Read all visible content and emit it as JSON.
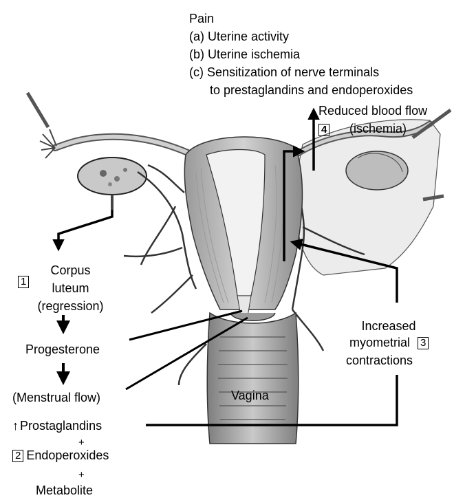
{
  "pain": {
    "title": "Pain",
    "line_a": "(a) Uterine activity",
    "line_b": "(b) Uterine ischemia",
    "line_c": "(c) Sensitization of nerve terminals",
    "line_c2": "to prestaglandins and endoperoxides"
  },
  "blood_flow": {
    "line1": "Reduced blood flow",
    "line2": "(ischemia)",
    "step": "4"
  },
  "corpus": {
    "step": "1",
    "line1": "Corpus",
    "line2": "luteum",
    "line3": "(regression)"
  },
  "progesterone": "Progesterone",
  "menstrual_flow": "(Menstrual flow)",
  "vagina": "Vagina",
  "contractions": {
    "line1": "Increased",
    "line2": "myometrial",
    "line3": "contractions",
    "step": "3"
  },
  "prostaglandins": {
    "arrow": "↑",
    "label": "Prostaglandins",
    "plus1": "+",
    "step": "2",
    "endoperoxides": "Endoperoxides",
    "plus2": "+",
    "metabolite": "Metabolite"
  }
}
